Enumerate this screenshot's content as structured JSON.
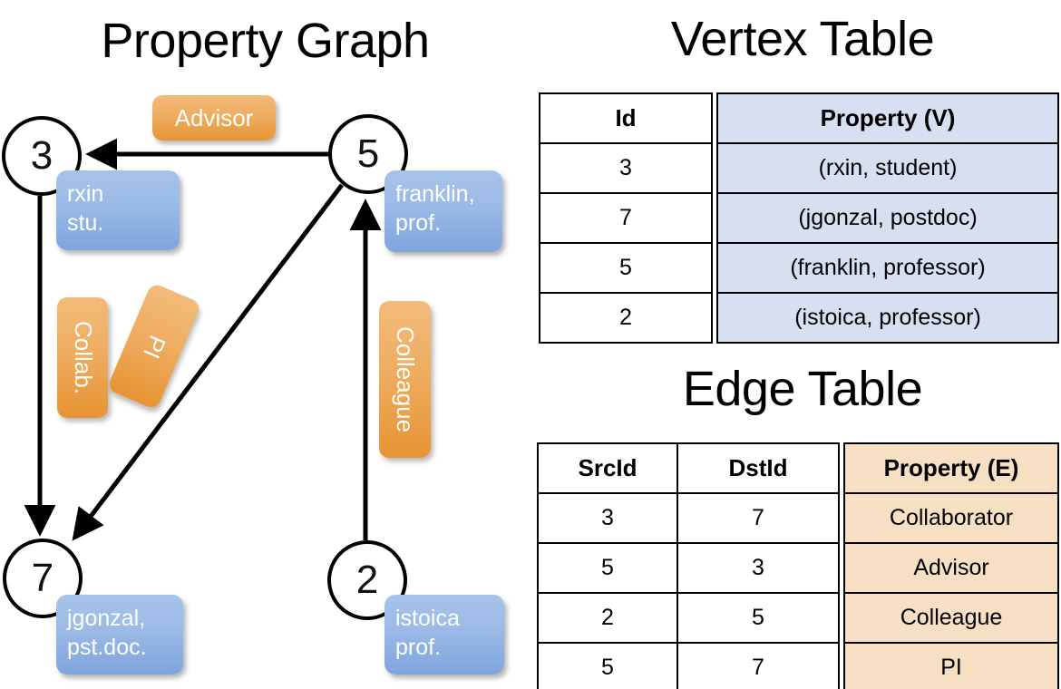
{
  "titles": {
    "property_graph": "Property Graph",
    "vertex_table": "Vertex Table",
    "edge_table": "Edge Table"
  },
  "graph": {
    "nodes": [
      {
        "id": "3",
        "property_label": "rxin\nstu."
      },
      {
        "id": "5",
        "property_label": "franklin,\nprof."
      },
      {
        "id": "7",
        "property_label": "jgonzal,\npst.doc."
      },
      {
        "id": "2",
        "property_label": "istoica\nprof."
      }
    ],
    "node_labels": {
      "n3": "3",
      "n5": "5",
      "n7": "7",
      "n2": "2"
    },
    "vertex_props": {
      "rxin_line1": "rxin",
      "rxin_line2": "stu.",
      "franklin_line1": "franklin,",
      "franklin_line2": "prof.",
      "jgonzal_line1": "jgonzal,",
      "jgonzal_line2": "pst.doc.",
      "istoica_line1": "istoica",
      "istoica_line2": "prof."
    },
    "edge_labels": {
      "advisor": "Advisor",
      "collab": "Collab.",
      "pi": "PI",
      "colleague": "Colleague"
    },
    "edges": [
      {
        "from": "5",
        "to": "3",
        "label": "Advisor"
      },
      {
        "from": "3",
        "to": "7",
        "label": "Collab."
      },
      {
        "from": "5",
        "to": "7",
        "label": "PI"
      },
      {
        "from": "2",
        "to": "5",
        "label": "Colleague"
      }
    ]
  },
  "vertex_table": {
    "headers": [
      "Id",
      "Property (V)"
    ],
    "rows": [
      {
        "id": "3",
        "property": "(rxin, student)"
      },
      {
        "id": "7",
        "property": "(jgonzal, postdoc)"
      },
      {
        "id": "5",
        "property": "(franklin, professor)"
      },
      {
        "id": "2",
        "property": "(istoica, professor)"
      }
    ]
  },
  "edge_table": {
    "headers": [
      "SrcId",
      "DstId",
      "Property (E)"
    ],
    "rows": [
      {
        "src": "3",
        "dst": "7",
        "property": "Collaborator"
      },
      {
        "src": "5",
        "dst": "3",
        "property": "Advisor"
      },
      {
        "src": "2",
        "dst": "5",
        "property": "Colleague"
      },
      {
        "src": "5",
        "dst": "7",
        "property": "PI"
      }
    ]
  },
  "colors": {
    "vertex_property_fill": "#d6e0f0",
    "edge_property_fill": "#f7dfc4",
    "node_box_blue": "#9cbbe7",
    "edge_box_orange": "#eead60",
    "stroke": "#000000"
  }
}
